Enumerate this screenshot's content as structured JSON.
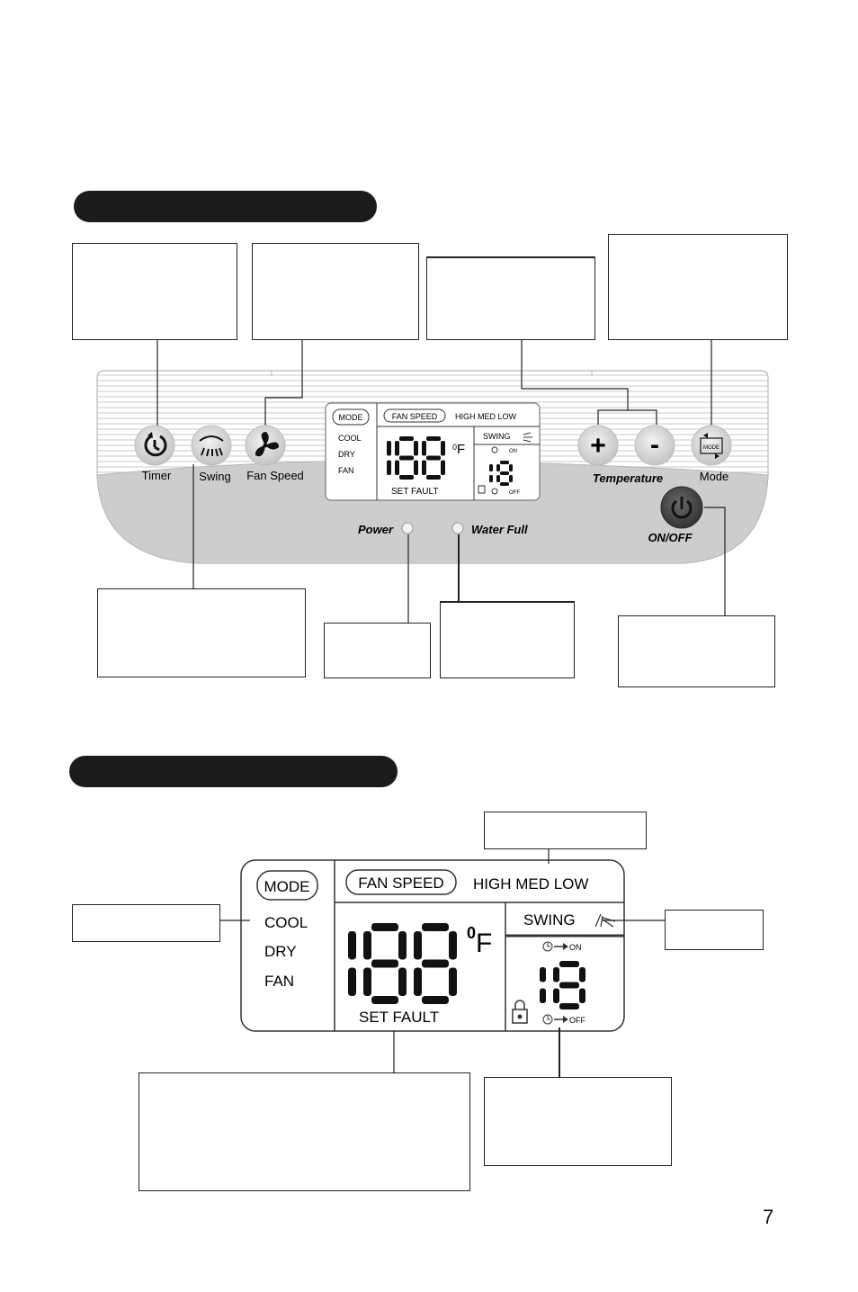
{
  "control_panel": {
    "buttons": {
      "timer": "Timer",
      "swing": "Swing",
      "fan_speed": "Fan Speed",
      "temperature": "Temperature",
      "mode": "Mode",
      "on_off": "ON/OFF",
      "plus_glyph": "+",
      "minus_glyph": "-",
      "mode_icon_text": "MODE"
    },
    "indicators": {
      "power": "Power",
      "water_full": "Water Full"
    }
  },
  "display": {
    "mode_label": "MODE",
    "modes": [
      "COOL",
      "DRY",
      "FAN"
    ],
    "fan_speed_label": "FAN SPEED",
    "fan_speed_levels": "HIGH MED LOW",
    "swing_label": "SWING",
    "temperature_digits": "188",
    "unit_degree": "0",
    "unit_letter": "F",
    "set_fault": "SET  FAULT",
    "timer_digits": "18",
    "timer_on": "ON",
    "timer_off": "OFF",
    "small_set_fault": "SET  FAULT",
    "small_fan_speed_levels": "HIGH MED LOW"
  },
  "page_number": "7"
}
